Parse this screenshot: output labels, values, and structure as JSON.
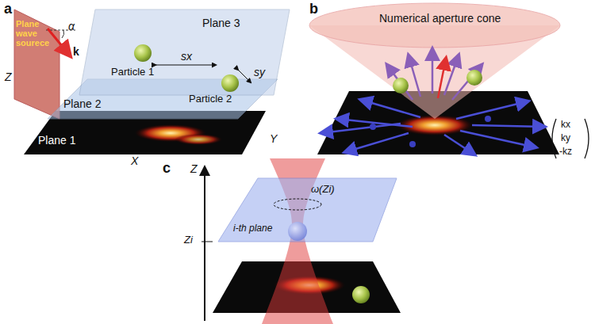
{
  "diagram": {
    "labels": [
      "a",
      "Plane wave sourece",
      "α",
      "k",
      "Plane 3",
      "Plane 2",
      "Particle 1",
      "Particle 2",
      "sx",
      "sy",
      "Plane 1",
      "Z",
      "X",
      "Y",
      "b",
      "Numerical aperture cone",
      "kx",
      "ky",
      "-kz",
      "c",
      "Z",
      "Zi",
      "i-th plane",
      "ω(Zi)"
    ]
  }
}
